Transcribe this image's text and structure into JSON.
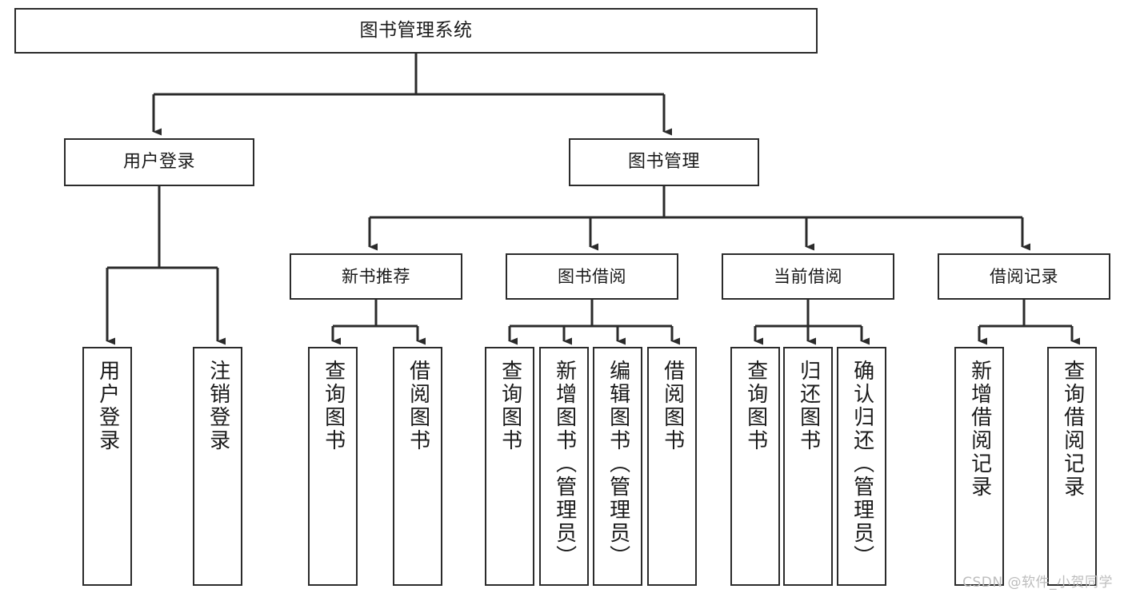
{
  "diagram": {
    "title": "图书管理系统",
    "type": "tree",
    "watermark": "CSDN @软件_小贺同学",
    "colors": {
      "box_border": "#2b2b2b",
      "box_fill": "#ffffff",
      "edge": "#2b2b2b",
      "text": "#1a1a1a",
      "watermark": "#bdbdbd",
      "background": "#ffffff"
    },
    "root": {
      "label": "图书管理系统"
    },
    "level2": [
      {
        "label": "用户登录"
      },
      {
        "label": "图书管理"
      }
    ],
    "level3": [
      {
        "label": "新书推荐"
      },
      {
        "label": "图书借阅"
      },
      {
        "label": "当前借阅"
      },
      {
        "label": "借阅记录"
      }
    ],
    "leaves": {
      "user_login": [
        {
          "label": "用户登录"
        },
        {
          "label": "注销登录"
        }
      ],
      "new_book_recommend": [
        {
          "label": "查询图书"
        },
        {
          "label": "借阅图书"
        }
      ],
      "book_borrow": [
        {
          "label": "查询图书"
        },
        {
          "label": "新增图书（管理员）"
        },
        {
          "label": "编辑图书（管理员）"
        },
        {
          "label": "借阅图书"
        }
      ],
      "current_borrow": [
        {
          "label": "查询图书"
        },
        {
          "label": "归还图书"
        },
        {
          "label": "确认归还（管理员）"
        }
      ],
      "borrow_record": [
        {
          "label": "新增借阅记录"
        },
        {
          "label": "查询借阅记录"
        }
      ]
    }
  }
}
